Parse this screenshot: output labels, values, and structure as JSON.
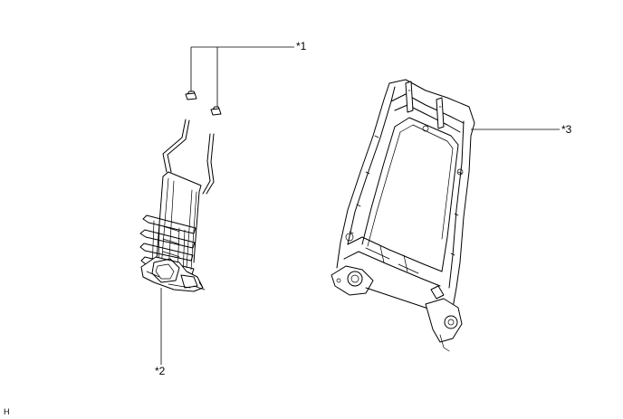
{
  "callouts": {
    "c1": "*1",
    "c2": "*2",
    "c3": "*3"
  },
  "figure_id": "H"
}
